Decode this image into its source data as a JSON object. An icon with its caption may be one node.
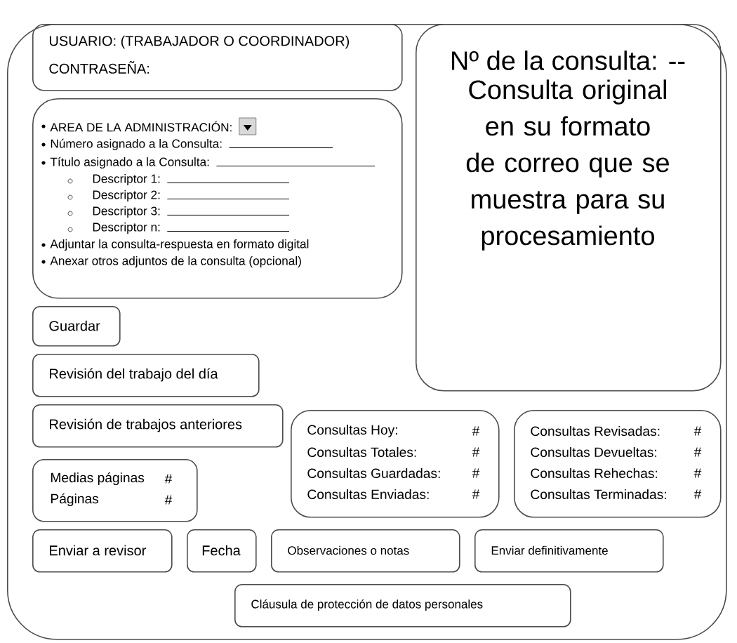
{
  "diagram": {
    "nodes": [
      {
        "text": [],
        "shape": "box"
      },
      {
        "text": [
          "USUARIO: (TRABAJADOR O COORDINADOR)",
          "CONTRASEÑA:"
        ],
        "in": 0
      },
      {
        "text": [
          "AREA DE LA ADMINISTRACIÓN:",
          "Número asignado a la Consulta:",
          "Título asignado a la Consulta:",
          "Descriptor 1:",
          "Descriptor 2:",
          "Descriptor 3:",
          "Descriptor n:",
          "Adjuntar la consulta-respuesta en formato digital",
          "Anexar otros adjuntos de la consulta (opcional)"
        ],
        "in": 0
      },
      {
        "text": [
          "Nº de la consulta: --",
          "Consulta original en su formato de correo que se muestra para su procesamiento"
        ],
        "in": 0
      },
      {
        "text": [
          "Guardar"
        ],
        "in": 0
      },
      {
        "text": [
          "Revisión del trabajo del día"
        ],
        "in": 0
      },
      {
        "text": [
          "Revisión de trabajos  anteriores"
        ],
        "in": 0
      },
      {
        "text": [
          "Consultas Hoy:",
          "#",
          "Consultas Totales:",
          "#",
          "Consultas Guardadas:",
          "#",
          "Consultas Enviadas:",
          "#"
        ],
        "in": 0
      },
      {
        "text": [
          "Consultas Revisadas:",
          "#",
          "Consultas Devueltas:",
          "#",
          "Consultas  Rehechas:",
          "#",
          "Consultas Terminadas:",
          "#"
        ],
        "in": 0
      },
      {
        "text": [
          "Medias páginas",
          "#",
          "Páginas",
          "#"
        ],
        "in": 0
      },
      {
        "text": [
          "Enviar a revisor"
        ],
        "in": 0
      },
      {
        "text": [
          "Fecha"
        ],
        "in": 0
      },
      {
        "text": [
          "Observaciones o notas"
        ],
        "in": 0
      },
      {
        "text": [
          "Enviar  definitivamente"
        ],
        "in": 0
      },
      {
        "text": [
          "Cláusula de protección de datos  personales"
        ],
        "in": 0
      }
    ]
  }
}
